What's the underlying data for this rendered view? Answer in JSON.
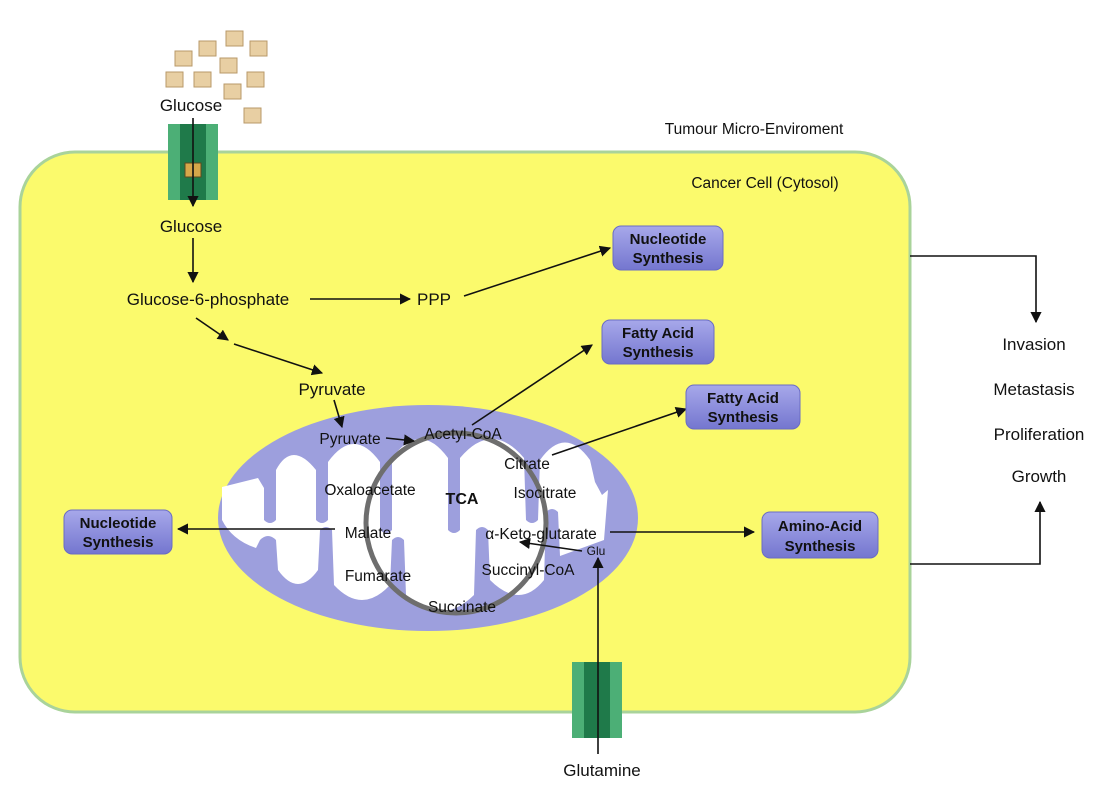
{
  "labels": {
    "glucose_outside": "Glucose",
    "glucose_inside": "Glucose",
    "tumour_env": "Tumour Micro-Enviroment",
    "cancer_cell": "Cancer Cell (Cytosol)",
    "g6p": "Glucose-6-phosphate",
    "ppp": "PPP",
    "pyruvate_cyto": "Pyruvate",
    "pyruvate_mito": "Pyruvate",
    "acetyl_coa": "Acetyl-CoA",
    "citrate": "Citrate",
    "isocitrate": "Isocitrate",
    "oxaloacetate": "Oxaloacetate",
    "tca": "TCA",
    "malate": "Malate",
    "akg": "α-Keto-glutarate",
    "glu": "Glu",
    "fumarate": "Fumarate",
    "succinyl_coa": "Succinyl-CoA",
    "succinate": "Succinate",
    "glutamine": "Glutamine"
  },
  "boxes": {
    "nucleotide_top": [
      "Nucleotide",
      "Synthesis"
    ],
    "fatty_acid_1": [
      "Fatty Acid",
      "Synthesis"
    ],
    "fatty_acid_2": [
      "Fatty Acid",
      "Synthesis"
    ],
    "nucleotide_left": [
      "Nucleotide",
      "Synthesis"
    ],
    "amino_acid": [
      "Amino-Acid",
      "Synthesis"
    ]
  },
  "outcomes": [
    "Invasion",
    "Metastasis",
    "Proliferation",
    "Growth"
  ],
  "colors": {
    "cell_fill": "#fbfa6c",
    "cell_border": "#a9d39a",
    "mito_fill": "#9d9fdd",
    "box_fill": "#8a8bd9",
    "transporter": "#2e8b57",
    "glucose_particle": "#e8cfa3"
  }
}
